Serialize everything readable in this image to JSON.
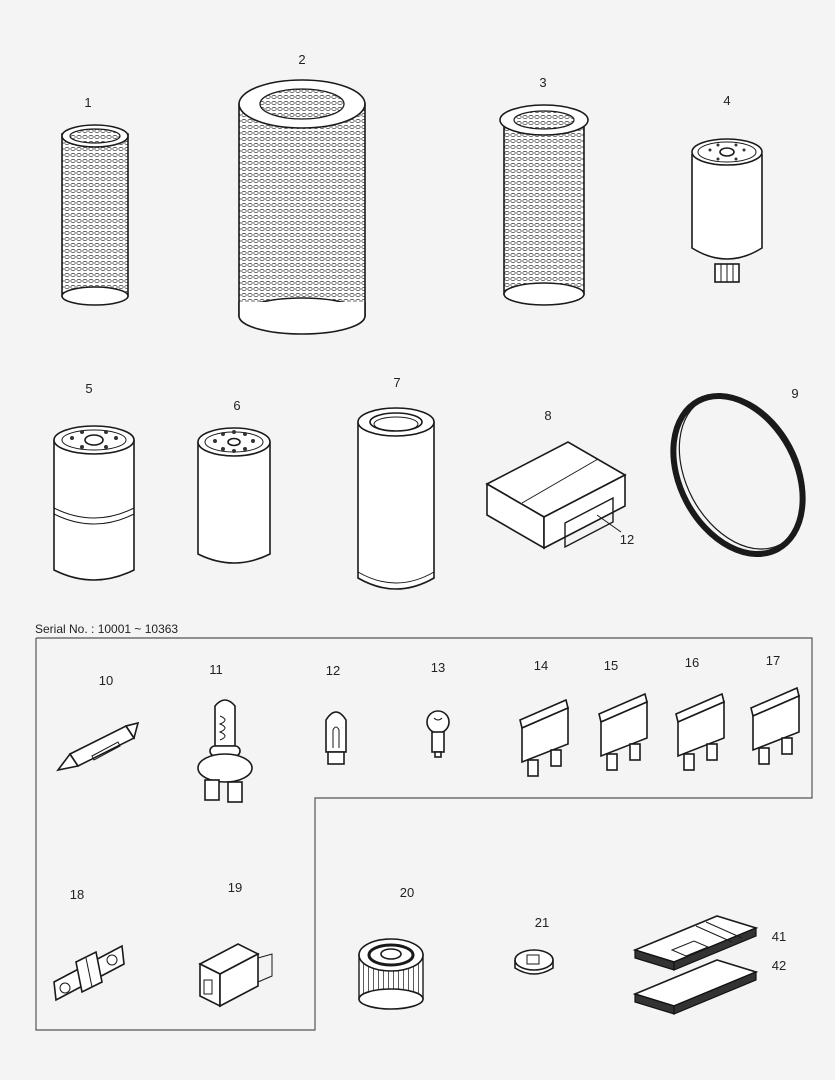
{
  "diagram": {
    "serial_range": "Serial No. : 10001 ~ 10363",
    "colors": {
      "background": "#f4f4f4",
      "line": "#1a1a1a",
      "frame": "#555555"
    },
    "parts": [
      {
        "ref": "1",
        "icon": "cylindrical-mesh-filter-icon"
      },
      {
        "ref": "2",
        "icon": "large-air-filter-icon"
      },
      {
        "ref": "3",
        "icon": "mesh-filter-element-icon"
      },
      {
        "ref": "4",
        "icon": "fuel-filter-with-drain-icon"
      },
      {
        "ref": "5",
        "icon": "spin-on-oil-filter-icon"
      },
      {
        "ref": "6",
        "icon": "spin-on-filter-icon"
      },
      {
        "ref": "7",
        "icon": "safety-filter-element-icon"
      },
      {
        "ref": "8",
        "icon": "filter-kit-box-icon"
      },
      {
        "ref": "9",
        "icon": "drive-belt-icon"
      },
      {
        "ref": "10",
        "icon": "festoon-bulb-icon"
      },
      {
        "ref": "11",
        "icon": "halogen-headlamp-bulb-icon"
      },
      {
        "ref": "12",
        "icon": "wedge-bulb-icon"
      },
      {
        "ref": "13",
        "icon": "bayonet-bulb-icon"
      },
      {
        "ref": "14",
        "icon": "blade-fuse-icon"
      },
      {
        "ref": "15",
        "icon": "blade-fuse-icon"
      },
      {
        "ref": "16",
        "icon": "blade-fuse-icon"
      },
      {
        "ref": "17",
        "icon": "blade-fuse-icon"
      },
      {
        "ref": "18",
        "icon": "slow-blow-fuse-icon"
      },
      {
        "ref": "19",
        "icon": "fuse-holder-icon"
      },
      {
        "ref": "20",
        "icon": "pleated-filter-element-icon"
      },
      {
        "ref": "21",
        "icon": "filter-nut-icon"
      },
      {
        "ref": "41",
        "icon": "manual-book-icon"
      },
      {
        "ref": "42",
        "icon": "manual-book-icon"
      }
    ],
    "callouts": {
      "box_label": "12"
    }
  }
}
